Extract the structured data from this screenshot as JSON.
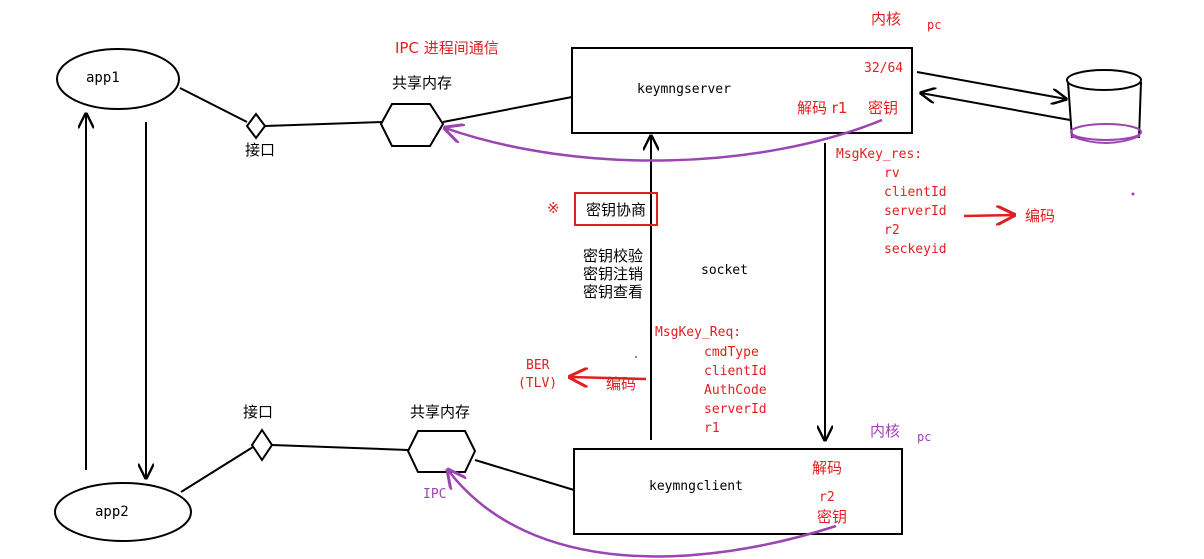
{
  "colors": {
    "line": "#000000",
    "label_red": "#e02020",
    "label_purple": "#9b45b0"
  },
  "nodes": {
    "app1": "app1",
    "app2": "app2",
    "server": "keymngserver",
    "client": "keymngclient",
    "iface_top": "接口",
    "iface_bottom": "接口",
    "shm_top": "共享内存",
    "shm_bottom": "共享内存"
  },
  "labels": {
    "ipc_top": "IPC 进程间通信",
    "ipc_bottom": "IPC",
    "kernel_top": "内核",
    "pc_top": "pc",
    "kernel_bottom": "内核",
    "pc_bottom": "pc",
    "server_bits": "32/64",
    "server_decode": "解码 r1",
    "server_key": "密钥",
    "client_decode": "解码",
    "client_r2": "r2",
    "client_key": "密钥",
    "socket": "socket",
    "note_mark": "※",
    "key_negotiation": "密钥协商",
    "ops": [
      "密钥校验",
      "密钥注销",
      "密钥查看"
    ],
    "ber": "BER",
    "tlv": "(TLV)",
    "encode_left": "编码",
    "encode_right": "编码"
  },
  "msg_res": {
    "title": "MsgKey_res:",
    "fields": [
      "rv",
      "clientId",
      "serverId",
      "r2",
      "seckeyid"
    ]
  },
  "msg_req": {
    "title": "MsgKey_Req:",
    "fields": [
      "cmdType",
      "clientId",
      "AuthCode",
      "serverId",
      "r1"
    ]
  }
}
